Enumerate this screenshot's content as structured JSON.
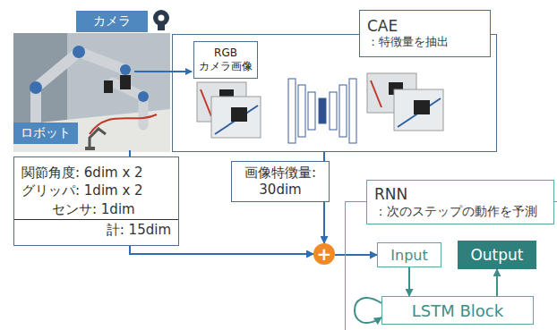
{
  "diagram": {
    "nodes": [
      {
        "text": [
          "カメラ"
        ]
      },
      {
        "text": [
          "ロボット"
        ]
      },
      {
        "text": [
          "CAE",
          "：特徴量を抽出"
        ]
      },
      {
        "text": [
          "RGB カメラ画像"
        ],
        "in": 2
      },
      {
        "text": [
          "関節角度: 6dim x 2",
          "グリッパ: 1dim x 2",
          "センサ: 1dim",
          "計: 15dim"
        ]
      },
      {
        "text": [
          "画像特徴量: 30dim"
        ]
      },
      {
        "text": [
          "+"
        ]
      },
      {
        "text": [
          "RNN",
          "：次のステップの動作を予測"
        ]
      },
      {
        "text": [
          "Input"
        ],
        "in": 7
      },
      {
        "text": [
          "Output"
        ],
        "in": 7
      },
      {
        "text": [
          "LSTM Block"
        ],
        "in": 7
      }
    ],
    "edges": [
      {
        "from": 2,
        "to": 5,
        "arrow": "none"
      },
      {
        "from": 5,
        "to": 6,
        "arrow": "to"
      },
      {
        "from": 4,
        "to": 6,
        "arrow": "to"
      },
      {
        "from": 6,
        "to": 8,
        "arrow": "to"
      },
      {
        "from": 8,
        "to": 10,
        "arrow": "to"
      },
      {
        "from": 10,
        "to": 9,
        "arrow": "to"
      },
      {
        "from": 10,
        "to": 10,
        "arrow": "to"
      }
    ]
  }
}
